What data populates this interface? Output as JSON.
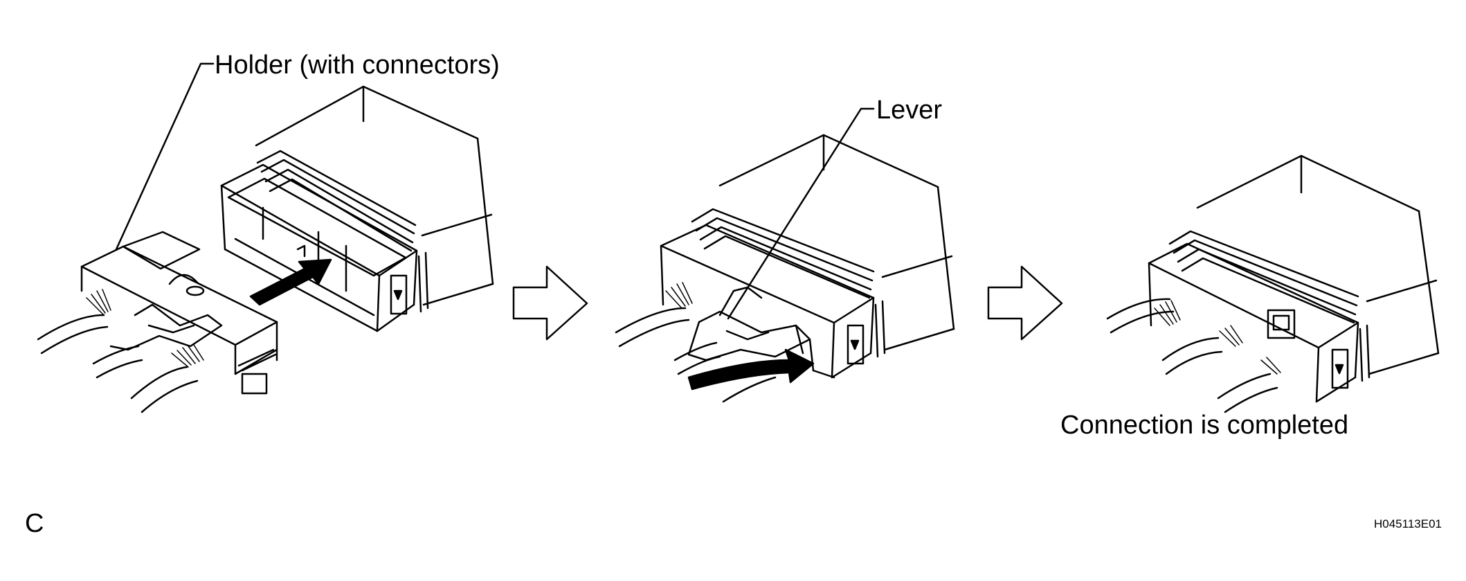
{
  "labels": {
    "holder": "Holder (with connectors)",
    "lever": "Lever",
    "completed": "Connection is completed",
    "panel_letter": "C",
    "figure_code": "H045113E01"
  },
  "icons": [
    "push-arrow-icon",
    "step-arrow-icon",
    "rotate-arrow-icon"
  ],
  "colors": {
    "line": "#000000",
    "background": "#ffffff",
    "arrow_fill": "#000000"
  }
}
